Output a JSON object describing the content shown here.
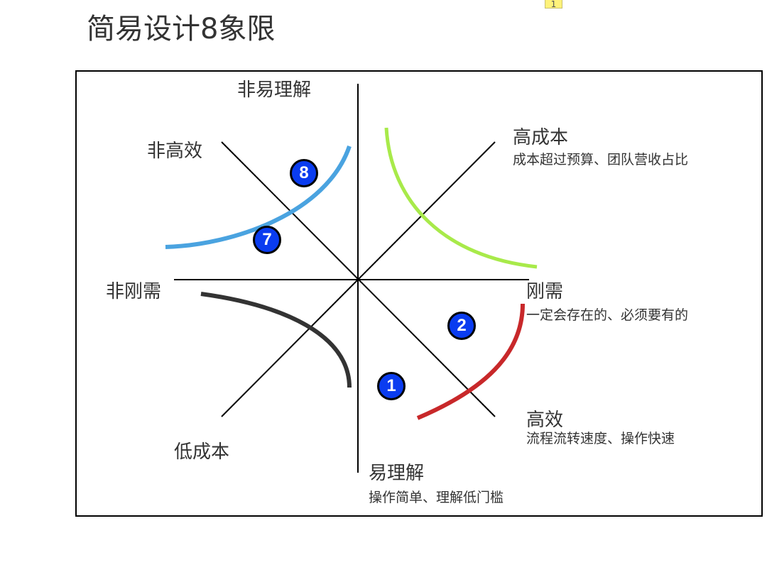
{
  "title": "简易设计8象限",
  "note_marker": "1",
  "colors": {
    "blue_curve": "#4aa3e0",
    "green_curve": "#a8ea4a",
    "dark_curve": "#333333",
    "red_curve": "#c8282a",
    "badge": "#0a3cf0"
  },
  "axes": {
    "top": {
      "label": "非易理解"
    },
    "bottom": {
      "label": "易理解",
      "desc": "操作简单、理解低门槛"
    },
    "left": {
      "label": "非刚需"
    },
    "right": {
      "label": "刚需",
      "desc": "一定会存在的、必须要有的"
    },
    "top_left": {
      "label": "非高效"
    },
    "top_right": {
      "label": "高成本",
      "desc": "成本超过预算、团队营收占比"
    },
    "bottom_left": {
      "label": "低成本"
    },
    "bottom_right": {
      "label": "高效",
      "desc": "流程流转速度、操作快速"
    }
  },
  "badges": [
    "8",
    "7",
    "2",
    "1"
  ]
}
